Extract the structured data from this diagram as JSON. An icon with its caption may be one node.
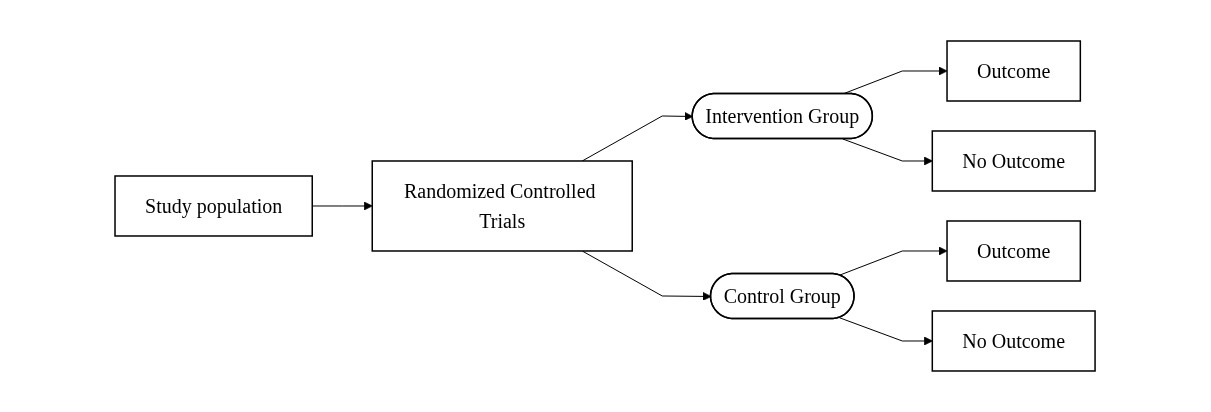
{
  "diagram": {
    "nodes": [
      {
        "text": [
          "Study population"
        ]
      },
      {
        "text": [
          "Randomized Controlled Trials"
        ]
      },
      {
        "text": [
          "Intervention Group"
        ]
      },
      {
        "text": [
          "Outcome"
        ]
      },
      {
        "text": [
          "No Outcome"
        ]
      },
      {
        "text": [
          "Control Group"
        ]
      },
      {
        "text": [
          "Outcome"
        ]
      },
      {
        "text": [
          "No Outcome"
        ]
      }
    ],
    "edges": [
      {
        "from": 0,
        "to": 1,
        "arrow": "to"
      },
      {
        "from": 1,
        "to": 2,
        "arrow": "to"
      },
      {
        "from": 1,
        "to": 5,
        "arrow": "to"
      },
      {
        "from": 2,
        "to": 3,
        "arrow": "to"
      },
      {
        "from": 2,
        "to": 4,
        "arrow": "to"
      },
      {
        "from": 5,
        "to": 6,
        "arrow": "to"
      },
      {
        "from": 5,
        "to": 7,
        "arrow": "to"
      }
    ]
  }
}
